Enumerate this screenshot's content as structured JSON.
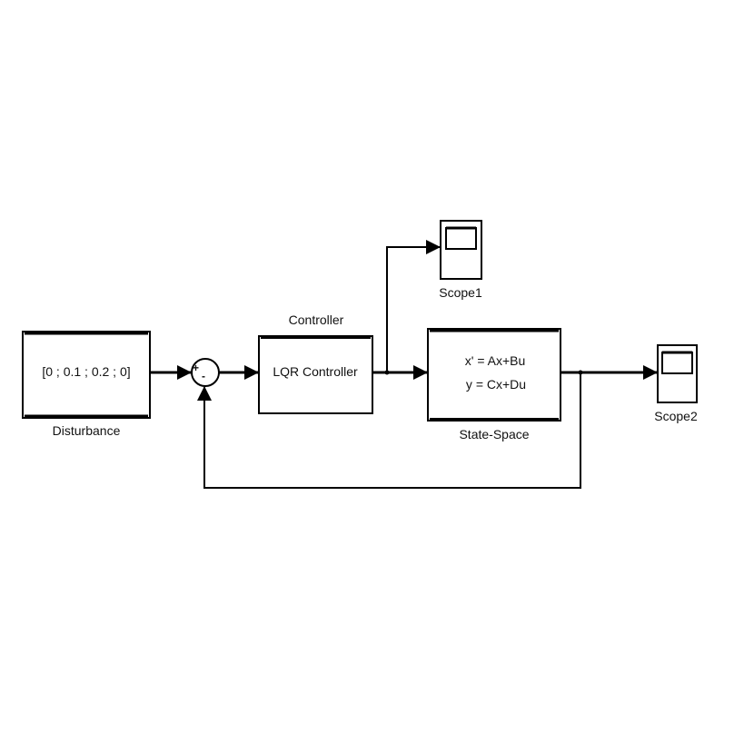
{
  "blocks": {
    "disturbance": {
      "content": "[0 ; 0.1 ; 0.2 ; 0]",
      "label": "Disturbance"
    },
    "sum": {
      "plus_sign": "+",
      "minus_sign": "-"
    },
    "controller": {
      "content": "LQR Controller",
      "label": "Controller"
    },
    "state_space": {
      "equation_1": "x' = Ax+Bu",
      "equation_2": "y = Cx+Du",
      "label": "State-Space"
    },
    "scope1": {
      "label": "Scope1"
    },
    "scope2": {
      "label": "Scope2"
    }
  }
}
